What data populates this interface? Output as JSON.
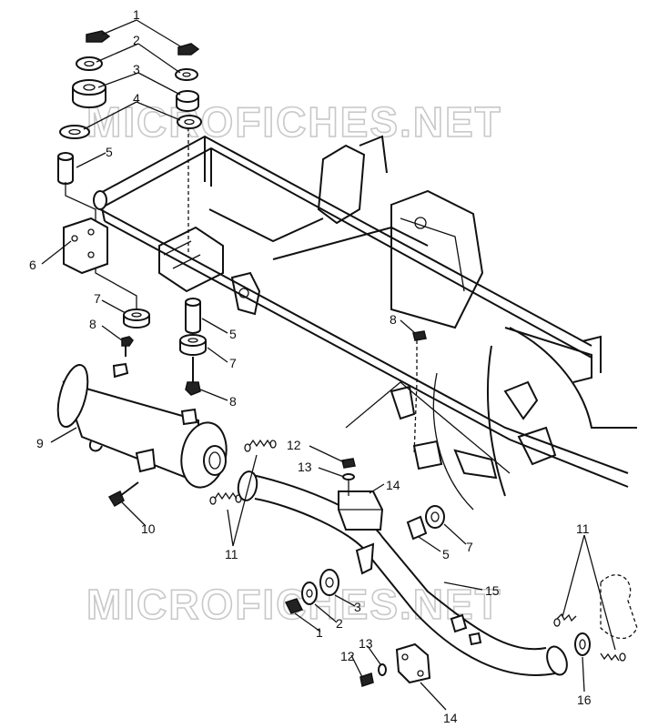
{
  "watermark": "MICROFICHES.NET",
  "callouts": [
    {
      "id": "c1a",
      "text": "1"
    },
    {
      "id": "c2a",
      "text": "2"
    },
    {
      "id": "c3a",
      "text": "3"
    },
    {
      "id": "c4a",
      "text": "4"
    },
    {
      "id": "c5a",
      "text": "5"
    },
    {
      "id": "c6",
      "text": "6"
    },
    {
      "id": "c7a",
      "text": "7"
    },
    {
      "id": "c8a",
      "text": "8"
    },
    {
      "id": "c5b",
      "text": "5"
    },
    {
      "id": "c7b",
      "text": "7"
    },
    {
      "id": "c8b",
      "text": "8"
    },
    {
      "id": "c8c",
      "text": "8"
    },
    {
      "id": "c9",
      "text": "9"
    },
    {
      "id": "c10",
      "text": "10"
    },
    {
      "id": "c11a",
      "text": "11"
    },
    {
      "id": "c12a",
      "text": "12"
    },
    {
      "id": "c13a",
      "text": "13"
    },
    {
      "id": "c14a",
      "text": "14"
    },
    {
      "id": "c5c",
      "text": "5"
    },
    {
      "id": "c7c",
      "text": "7"
    },
    {
      "id": "c15",
      "text": "15"
    },
    {
      "id": "c3b",
      "text": "3"
    },
    {
      "id": "c2b",
      "text": "2"
    },
    {
      "id": "c1b",
      "text": "1"
    },
    {
      "id": "c12b",
      "text": "12"
    },
    {
      "id": "c13b",
      "text": "13"
    },
    {
      "id": "c14b",
      "text": "14"
    },
    {
      "id": "c11b",
      "text": "11"
    },
    {
      "id": "c16",
      "text": "16"
    }
  ]
}
